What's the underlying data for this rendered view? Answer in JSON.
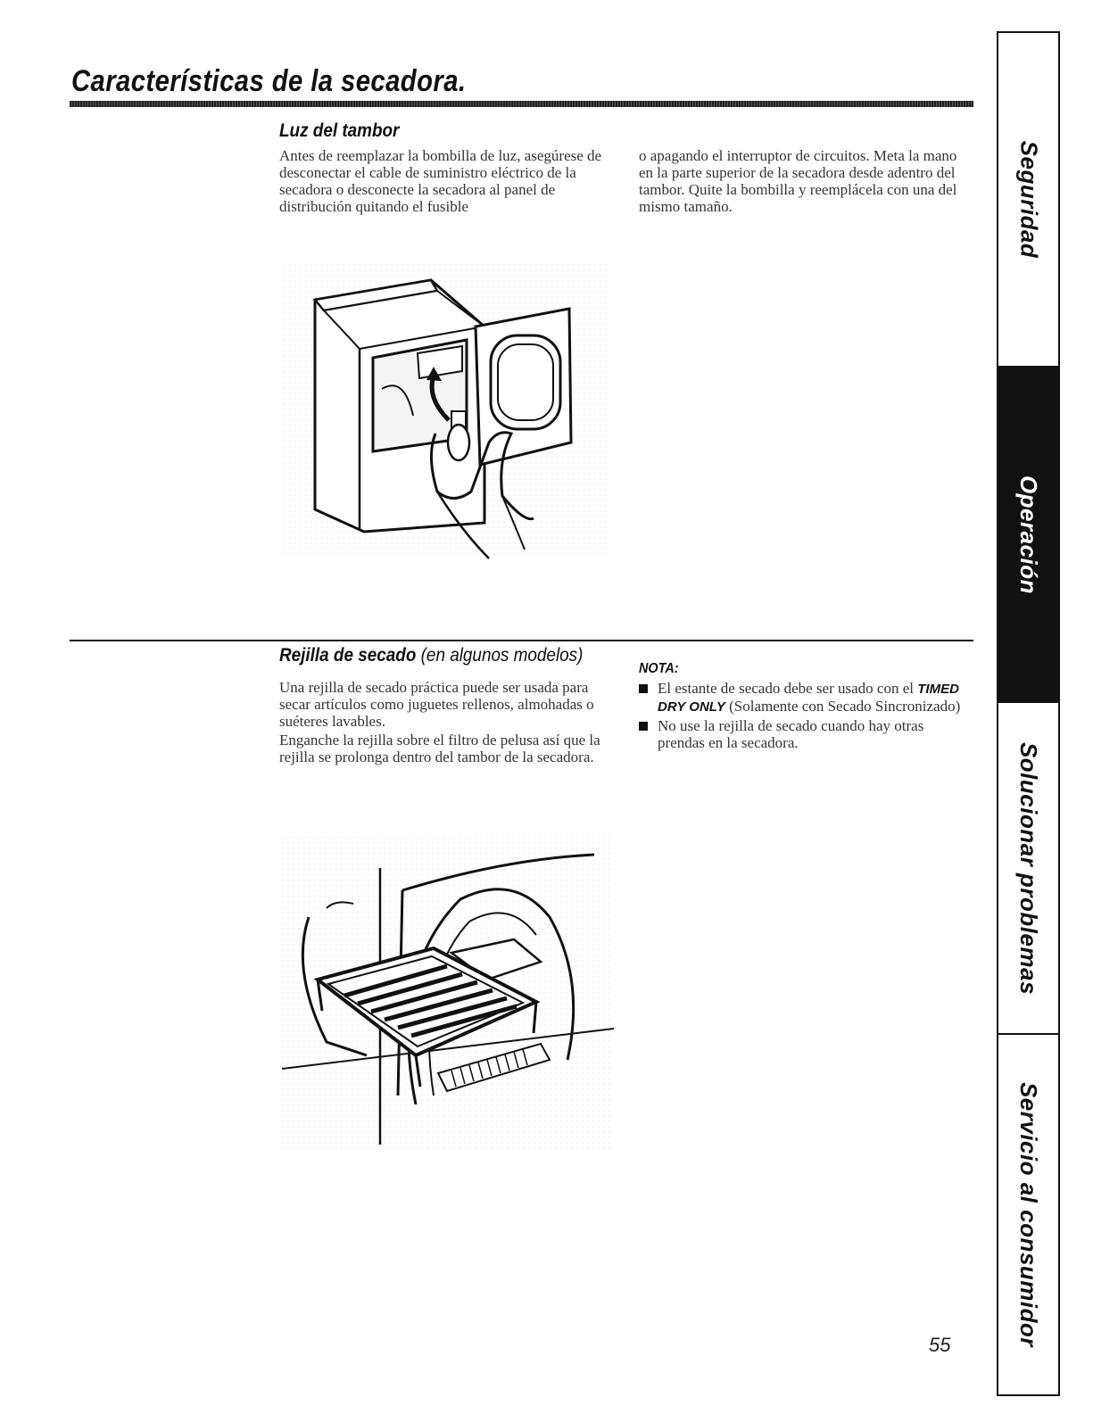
{
  "page_title": "Características de la secadora.",
  "section1": {
    "heading": "Luz del tambor",
    "col1": "Antes de reemplazar la bombilla de luz, asegúrese de desconectar el cable de suministro eléctrico de la secadora o desconecte la secadora al panel de distribución quitando el fusible",
    "col2": "o apagando el interruptor de circuitos. Meta la mano en la parte superior de la secadora desde adentro del tambor. Quite la bombilla y reemplácela con una del mismo tamaño."
  },
  "section2": {
    "heading": "Rejilla de secado",
    "heading_note": "(en algunos modelos)",
    "para1": "Una rejilla de secado práctica puede ser usada para secar artículos como juguetes rellenos, almohadas o suéteres lavables.",
    "para2": "Enganche la rejilla sobre el filtro de pelusa así que la rejilla se prolonga dentro del tambor de la secadora.",
    "nota_label": "NOTA:",
    "nota_items": [
      {
        "prefix": "El estante de secado debe ser usado con el ",
        "emphasis": "TIMED DRY ONLY",
        "suffix": " (Solamente con Secado Sincronizado)"
      },
      {
        "prefix": "No use la rejilla de secado cuando hay otras prendas en la secadora.",
        "emphasis": "",
        "suffix": ""
      }
    ]
  },
  "side_tabs": [
    {
      "label": "Seguridad",
      "active": false
    },
    {
      "label": "Operación",
      "active": true
    },
    {
      "label": "Solucionar problemas",
      "active": false
    },
    {
      "label": "Servicio al consumidor",
      "active": false
    }
  ],
  "page_number": "55"
}
